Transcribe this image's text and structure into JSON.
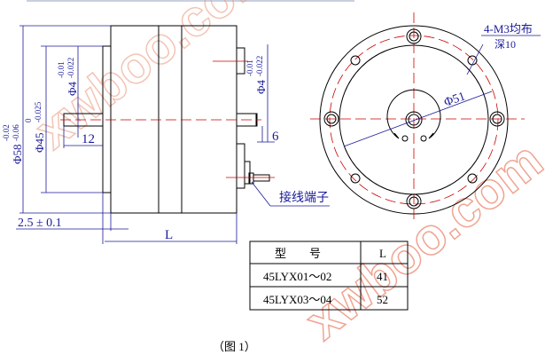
{
  "dims": {
    "dia58": "Φ58",
    "dia58_tol_upper": "-0.02",
    "dia58_tol_lower": "-0.06",
    "dia45": "Φ45",
    "dia45_tol_upper": "0",
    "dia45_tol_lower": "-0.025",
    "shaft_front": "Φ4",
    "shaft_front_tol_upper": "-0.01",
    "shaft_front_tol_lower": "-0.022",
    "shaft_rear": "Φ4",
    "shaft_rear_tol_upper": "-0.01",
    "shaft_rear_tol_lower": "-0.022",
    "shaft_len": "12",
    "rear_len": "6",
    "flange": "2.5 ± 0.1",
    "length": "L",
    "pcd": "Φ51",
    "holes": "4-M3均布",
    "depth": "深10",
    "terminal": "接线端子"
  },
  "table": {
    "headers": [
      "型　　号",
      "L"
    ],
    "rows": [
      [
        "45LYX01～02",
        "41"
      ],
      [
        "45LYX03～04",
        "52"
      ]
    ]
  },
  "caption": "（图 1）",
  "watermark": "xwboo.com"
}
